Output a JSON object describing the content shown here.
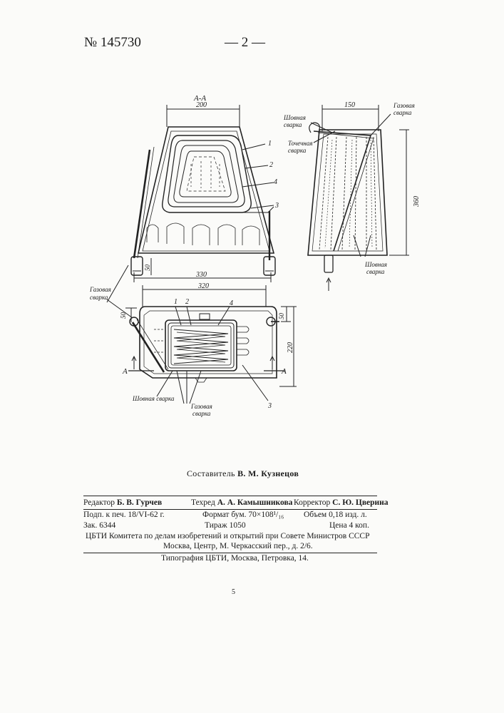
{
  "header": {
    "patent_number": "№ 145730",
    "page_marker": "— 2 —"
  },
  "figure": {
    "section_label": "А-А",
    "dims": {
      "d200": "200",
      "d150": "150",
      "d360": "360",
      "d50a": "50",
      "d330": "330",
      "d320": "320",
      "d50b": "50",
      "d50c": "50",
      "d220": "220"
    },
    "labels": {
      "gas_weld_left": [
        "Газовая",
        "сварка"
      ],
      "seam_weld_right_top": [
        "Шовная",
        "сварка"
      ],
      "spot_weld": [
        "Точечная",
        "сварка"
      ],
      "gas_weld_right_top": [
        "Газовая",
        "сварка"
      ],
      "seam_weld_right_bottom": [
        "Шовная",
        "сварка"
      ],
      "seam_weld_bottom": "Шовная сварка",
      "gas_weld_bottom": [
        "Газовая",
        "сварка"
      ],
      "section_marker": "А"
    },
    "callouts": {
      "c1": "1",
      "c2": "2",
      "c3": "3",
      "c4": "4"
    }
  },
  "footer": {
    "compiler_label": "Составитель",
    "compiler_name": "В. М. Кузнецов",
    "editor_label": "Редактор",
    "editor_name": "Б. В. Гурчев",
    "techred_label": "Техред",
    "techred_name": "А. А. Камышникова",
    "corrector_label": "Корректор",
    "corrector_name": "С. Ю. Цверина",
    "signed": "Подп. к печ. 18/VI-62 г.",
    "format": "Формат бум. 70×108¹/₁₆",
    "volume": "Объем 0,18 изд. л.",
    "order": "Зак. 6344",
    "circulation": "Тираж 1050",
    "price": "Цена 4 коп.",
    "publisher": "ЦБТИ Комитета по делам изобретений и открытий при Совете Министров СССР",
    "address": "Москва, Центр, М. Черкасский пер., д. 2/6.",
    "printing_house": "Типография ЦБТИ, Москва, Петровка, 14."
  },
  "page_number": "5"
}
